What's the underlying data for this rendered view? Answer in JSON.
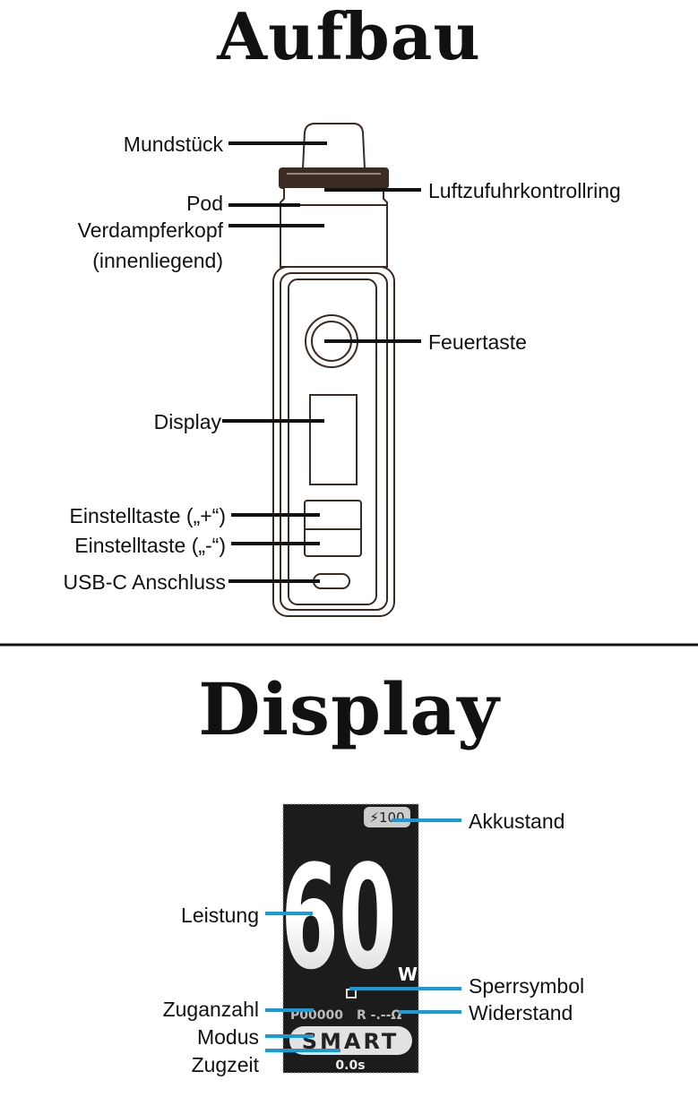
{
  "sections": {
    "aufbau": {
      "title": "Aufbau",
      "labels": {
        "mouthpiece": "Mundstück",
        "airflow_ring": "Luftzufuhrkontrollring",
        "pod": "Pod",
        "coil": "Verdampferkopf",
        "coil_note": "(innenliegend)",
        "fire_button": "Feuertaste",
        "display": "Display",
        "plus_button": "Einstelltaste („+“)",
        "minus_button": "Einstelltaste („-“)",
        "usb": "USB-C Anschluss"
      }
    },
    "display": {
      "title": "Display",
      "labels": {
        "battery": "Akkustand",
        "power": "Leistung",
        "lock": "Sperrsymbol",
        "puff_count": "Zuganzahl",
        "resistance": "Widerstand",
        "mode": "Modus",
        "puff_time": "Zugzeit"
      },
      "screen": {
        "power_value": "60",
        "power_unit": "W",
        "battery_value": "100",
        "puff_counter": "P00000",
        "resistance": "R -.--Ω",
        "mode": "SMART",
        "puff_time": "0.0s"
      }
    }
  },
  "colors": {
    "leader_line_display": "#1a9ad6",
    "leader_line_device": "#111111",
    "screen_bg": "#1c1c1c"
  }
}
